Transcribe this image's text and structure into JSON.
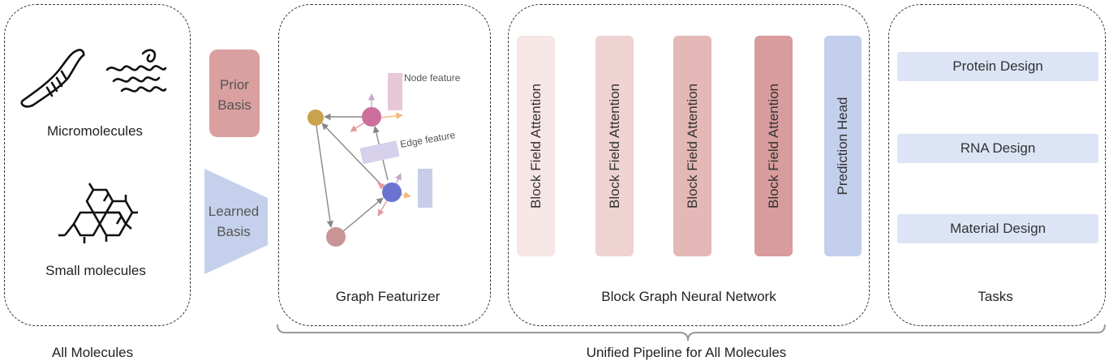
{
  "panels": {
    "all_molecules": {
      "label": "All Molecules",
      "micro_label": "Micromolecules",
      "small_label": "Small molecules"
    },
    "prior_basis": "Prior Basis",
    "learned_basis": "Learned Basis",
    "featurizer": {
      "label": "Graph Featurizer",
      "node_feature": "Node feature",
      "edge_feature": "Edge feature"
    },
    "gnn": {
      "label": "Block Graph Neural Network",
      "blocks": [
        {
          "label": "Block Field Attention",
          "color": "#f7e6e6"
        },
        {
          "label": "Block Field Attention",
          "color": "#efd3d3"
        },
        {
          "label": "Block Field Attention",
          "color": "#e4b8b6"
        },
        {
          "label": "Block Field Attention",
          "color": "#d99c9c"
        }
      ],
      "head": {
        "label": "Prediction Head",
        "color": "#c3cfec"
      }
    },
    "tasks": {
      "label": "Tasks",
      "items": [
        "Protein Design",
        "RNA Design",
        "Material Design"
      ]
    }
  },
  "pipeline_label": "Unified Pipeline for All Molecules",
  "colors": {
    "prior": "#d9a09f",
    "learned": "#c5d1ec",
    "task_bg": "#dde4f5",
    "node_gold": "#c9a24f",
    "node_pink": "#cc6f9d",
    "node_blue": "#6a73cf",
    "node_rose": "#c99496"
  }
}
